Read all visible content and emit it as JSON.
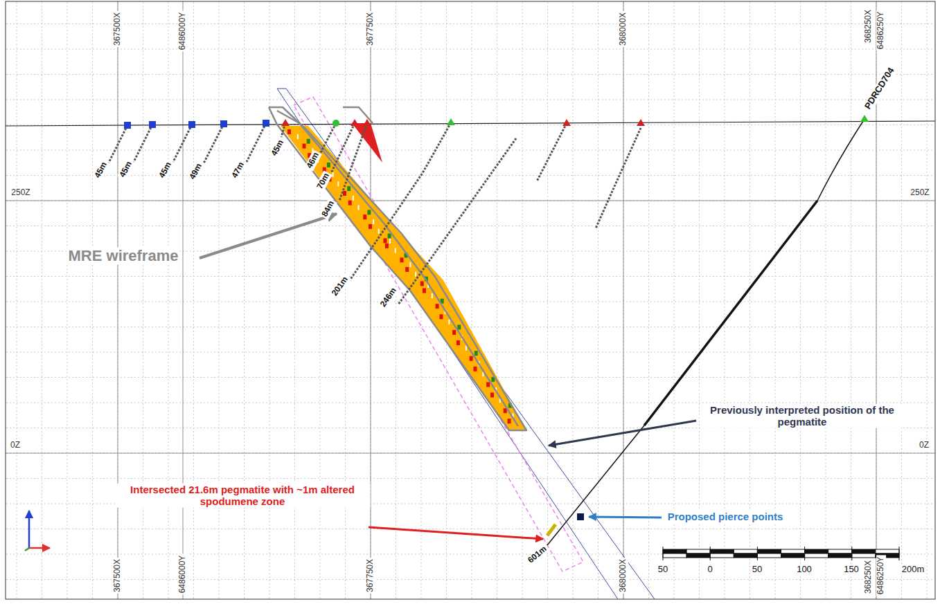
{
  "diagram": {
    "labels": [
      "367500X",
      "6486000Y",
      "367750X",
      "368000X",
      "368250X",
      "6486250Y",
      "PDRCD704",
      "250Z",
      "250Z",
      "45m",
      "45m",
      "45m",
      "49m",
      "47m",
      "45m",
      "46m",
      "70m",
      "84m",
      "MRE wireframe",
      "201m",
      "246m",
      "Previously interpreted position of the pegmatite",
      "0Z",
      "0Z",
      "Proposed pierce points",
      "Intersected 21.6m pegmatite with ~1m altered spodumene zone",
      "601m",
      "367500X",
      "6486000Y",
      "367750X",
      "368000X",
      "368250X",
      "6486250Y",
      "50",
      "0",
      "50",
      "100",
      "150",
      "200m"
    ]
  }
}
